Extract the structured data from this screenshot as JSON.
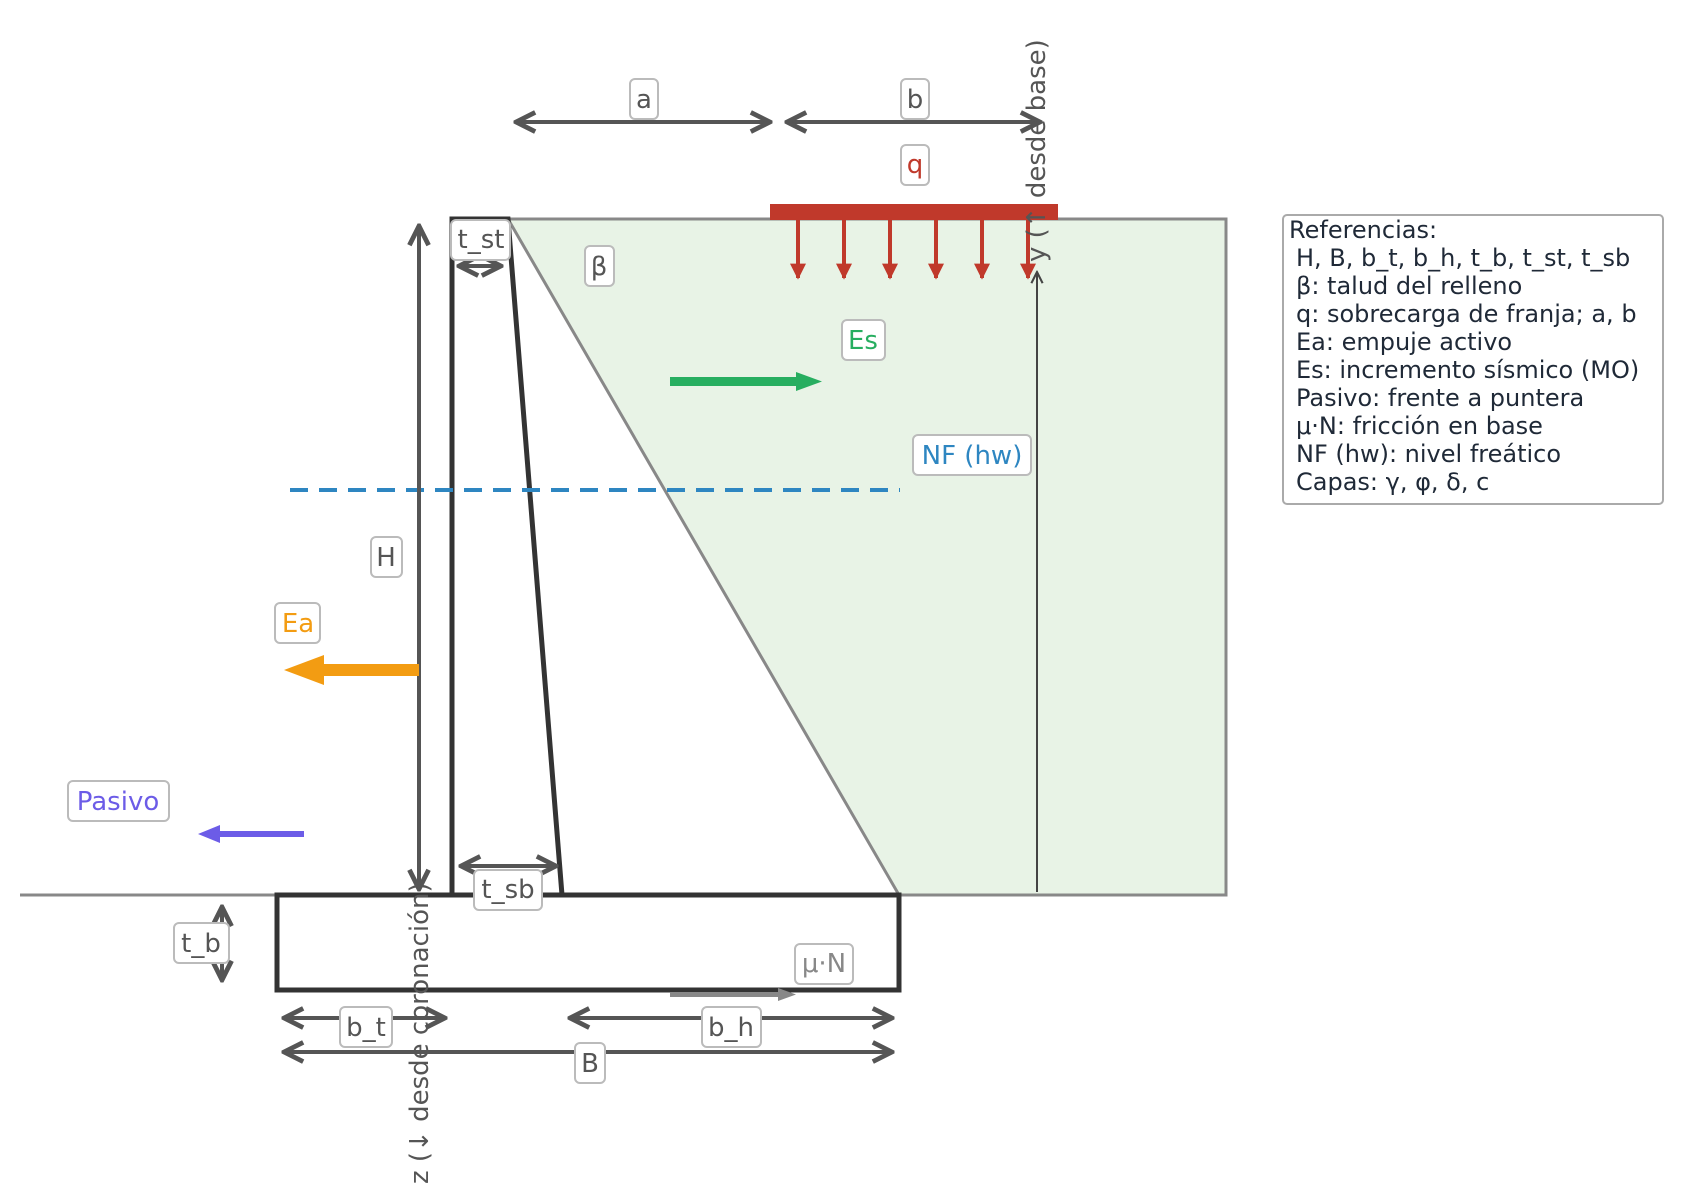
{
  "labels": {
    "a": "a",
    "b": "b",
    "q": "q",
    "t_st": "t_st",
    "beta": "β",
    "es": "Es",
    "nf": "NF (hw)",
    "h": "H",
    "ea": "Ea",
    "pasivo": "Pasivo",
    "t_sb": "t_sb",
    "t_b": "t_b",
    "mu_n": "μ·N",
    "b_t": "b_t",
    "b_h": "b_h",
    "b_big": "B",
    "z_axis": "z (↓ desde coronación)",
    "y_axis": "y (↑ desde base)"
  },
  "legend": {
    "title": "Referencias:",
    "items": [
      "H, B, b_t, b_h, t_b, t_st, t_sb",
      "β: talud del relleno",
      "q: sobrecarga de franja; a, b",
      "Ea: empuje activo",
      "Es: incremento sísmico (MO)",
      "Pasivo: frente a puntera",
      "μ·N: fricción en base",
      "NF (hw): nivel freático",
      "Capas: γ, φ, δ, c"
    ]
  },
  "colors": {
    "wall": "#333333",
    "dim": "#555555",
    "q": "#c0392b",
    "es": "#27ae60",
    "ea": "#f39c12",
    "pasivo": "#6c5ce7",
    "nf": "#2e86c1",
    "fill": "#e8f3e6",
    "friction": "#888888"
  }
}
